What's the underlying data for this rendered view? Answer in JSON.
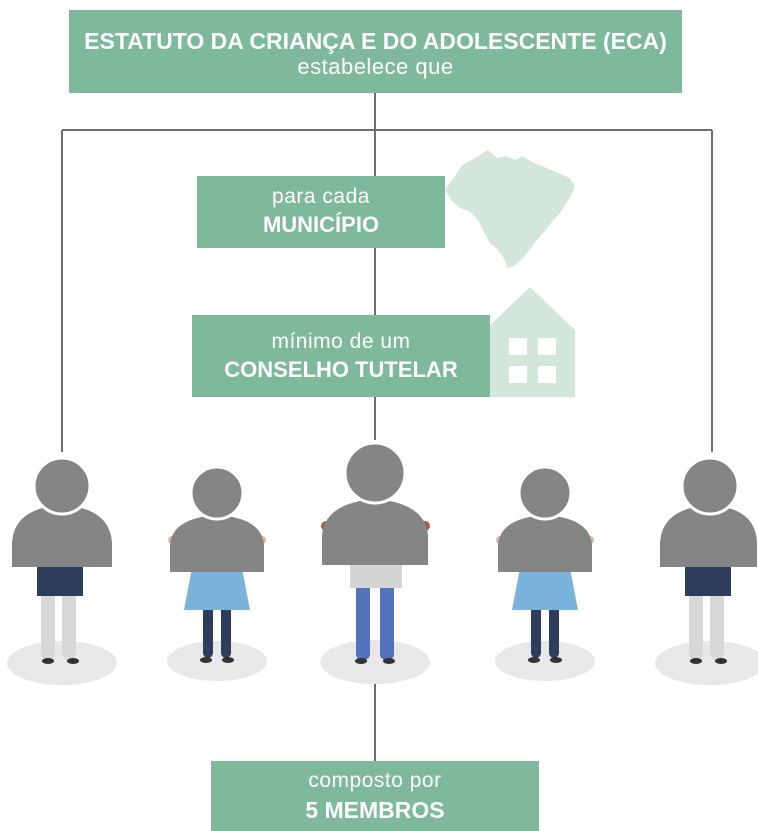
{
  "header": {
    "title": "ESTATUTO DA CRIANÇA E DO ADOLESCENTE (ECA)",
    "subtitle": "estabelece que"
  },
  "municipio": {
    "prefix": "para cada",
    "label": "MUNICÍPIO"
  },
  "conselho": {
    "prefix": "mínimo de um",
    "label": "CONSELHO TUTELAR"
  },
  "membros": {
    "prefix": "composto por",
    "label": "5 MEMBROS"
  },
  "icons": [
    "brazil-map-icon",
    "house-icon",
    "person-icon"
  ],
  "colors": {
    "box_green": "#7db99a",
    "icon_light_green": "#d3e6dc",
    "person_gray": "#858585",
    "connector_gray": "#6e6e6e"
  }
}
